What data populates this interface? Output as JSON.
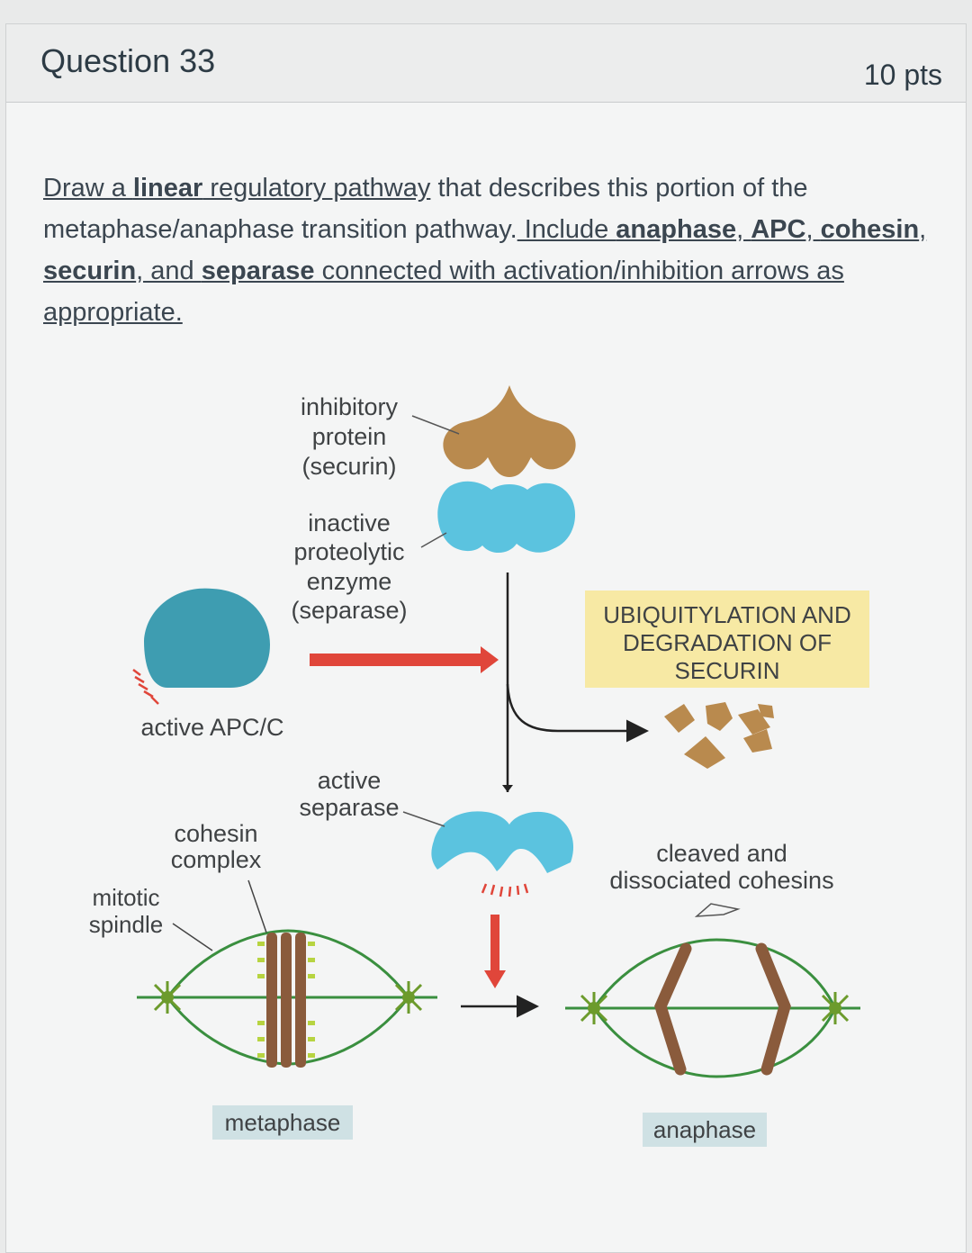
{
  "question": {
    "title": "Question 33",
    "points": "10 pts"
  },
  "prompt": {
    "s1": "Draw a ",
    "s2": "linear",
    "s3": " regulatory pathway",
    "s4": " that describes this portion of the metaphase/anaphase transition pathway.",
    "s5": " Include ",
    "s6": "anaphase",
    "s7": ", ",
    "s8": "APC",
    "s9": ", ",
    "s10": "cohesin",
    "s11": ", ",
    "s12": "securin",
    "s13": ", and ",
    "s14": "separase",
    "s15": " connected with activation/inhibition arrows as appropriate."
  },
  "figure": {
    "inhibitory": {
      "l1": "inhibitory",
      "l2": "protein",
      "l3": "(securin)"
    },
    "inactive": {
      "l1": "inactive",
      "l2": "proteolytic",
      "l3": "enzyme",
      "l4": "(separase)"
    },
    "active_apc": "active APC/C",
    "ubiq": {
      "l1": "UBIQUITYLATION AND",
      "l2": "DEGRADATION OF",
      "l3": "SECURIN"
    },
    "active_sep": {
      "l1": "active",
      "l2": "separase"
    },
    "cohesin": {
      "l1": "cohesin",
      "l2": "complex"
    },
    "spindle": {
      "l1": "mitotic",
      "l2": "spindle"
    },
    "cleaved": {
      "l1": "cleaved and",
      "l2": "dissociated cohesins"
    },
    "metaphase": "metaphase",
    "anaphase": "anaphase"
  },
  "colors": {
    "securin": "#b98a4e",
    "separase": "#5bc3df",
    "apc": "#3e9db1",
    "arrow_red": "#e0463a",
    "ubiq_box": "#f7e9a4",
    "spindle": "#3a8f3f",
    "chromosome": "#8a5b3c",
    "label_box": "#cfe1e4"
  }
}
